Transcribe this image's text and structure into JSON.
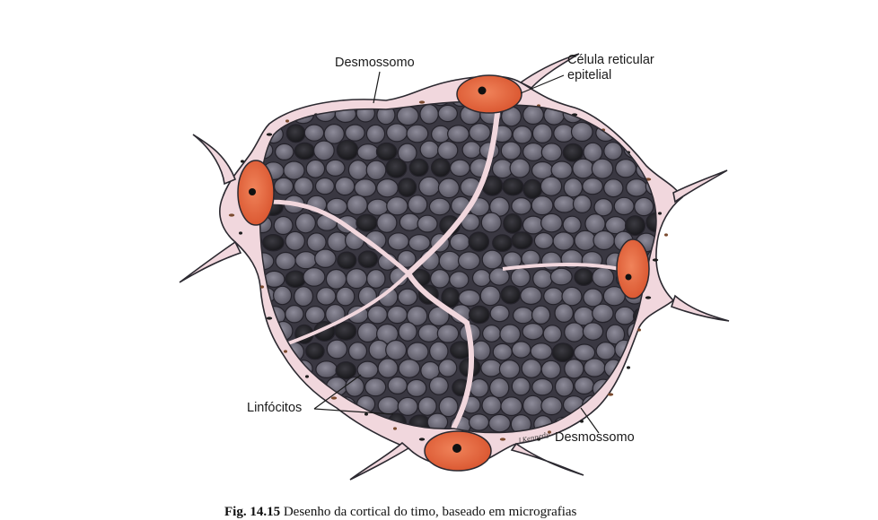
{
  "labels": {
    "desmossomo_top": "Desmossomo",
    "celula_line1": "Célula reticular",
    "celula_line2": "epitelial",
    "linfocitos": "Linfócitos",
    "desmossomo_bottom": "Desmossomo"
  },
  "signature": "J.Kennedy",
  "caption": {
    "figure_number": "Fig. 14.15",
    "text": "Desenho da cortical do timo, baseado em micrografias"
  },
  "colors": {
    "background": "#ffffff",
    "cytoplasm": "#f1d7dd",
    "reticular_nucleus": "#e4623a",
    "lymphocyte": "#6c6a78",
    "lymphocyte_dark": "#2a2a30",
    "outline": "#2b2930"
  }
}
